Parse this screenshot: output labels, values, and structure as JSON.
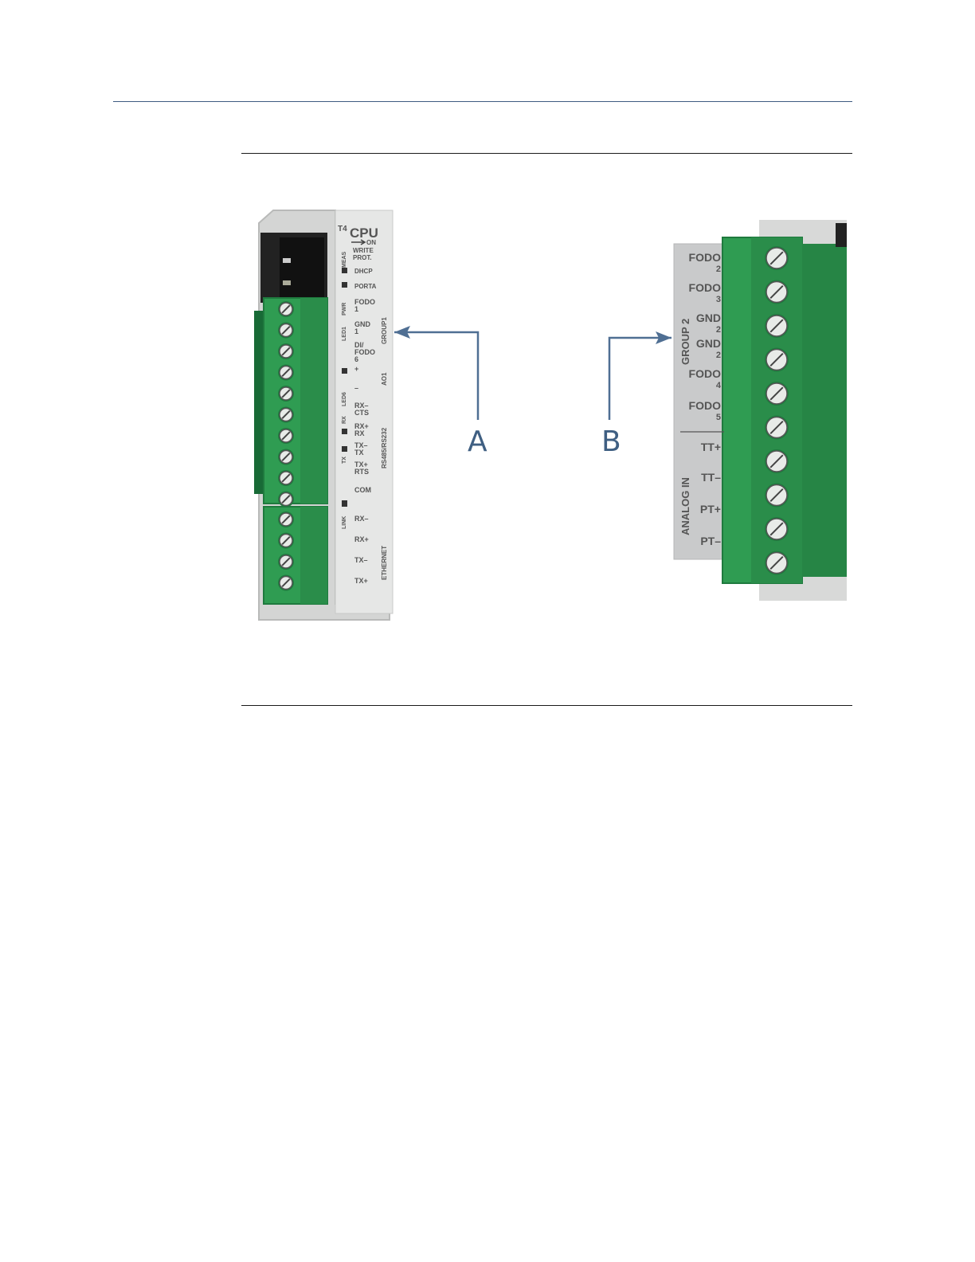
{
  "figure": {
    "callouts": {
      "a": "A",
      "b": "B"
    },
    "cpu": {
      "title": "CPU",
      "slot": "T4",
      "on": "ON",
      "write": "WRITE",
      "prot": "PROT.",
      "meas": "MEAS",
      "dhcp": "DHCP",
      "porta": "PORTA",
      "led_pwr": "PWR",
      "led_led": "LED1",
      "led_led6": "LED6",
      "led_rx": "RX",
      "led_tx": "TX",
      "led_link": "LINK",
      "terms": [
        {
          "l1": "FODO",
          "l2": "1"
        },
        {
          "l1": "GND",
          "l2": "1"
        },
        {
          "l1": "DI/",
          "l2": "FODO",
          "l3": "6"
        },
        {
          "l1": "+"
        },
        {
          "l1": "–"
        },
        {
          "l1": "RX–",
          "l2": "CTS"
        },
        {
          "l1": "RX+",
          "l2": "RX"
        },
        {
          "l1": "TX–",
          "l2": "TX"
        },
        {
          "l1": "TX+",
          "l2": "RTS"
        },
        {
          "l1": "COM"
        },
        {
          "l1": "RX–"
        },
        {
          "l1": "RX+"
        },
        {
          "l1": "TX–"
        },
        {
          "l1": "TX+"
        }
      ],
      "group_label": "GROUP1",
      "ao_label": "AO1",
      "rs_label": "RS485/RS232",
      "eth_label": "ETHERNET"
    },
    "module": {
      "terms": [
        {
          "l1": "FODO",
          "l2": "2"
        },
        {
          "l1": "FODO",
          "l2": "3"
        },
        {
          "l1": "GND",
          "l2": "2"
        },
        {
          "l1": "GND",
          "l2": "2"
        },
        {
          "l1": "FODO",
          "l2": "4"
        },
        {
          "l1": "FODO",
          "l2": "5"
        },
        {
          "l1": "TT+"
        },
        {
          "l1": "TT–"
        },
        {
          "l1": "PT+"
        },
        {
          "l1": "PT–"
        }
      ],
      "group_label": "GROUP 2",
      "analog_label": "ANALOG IN"
    }
  }
}
